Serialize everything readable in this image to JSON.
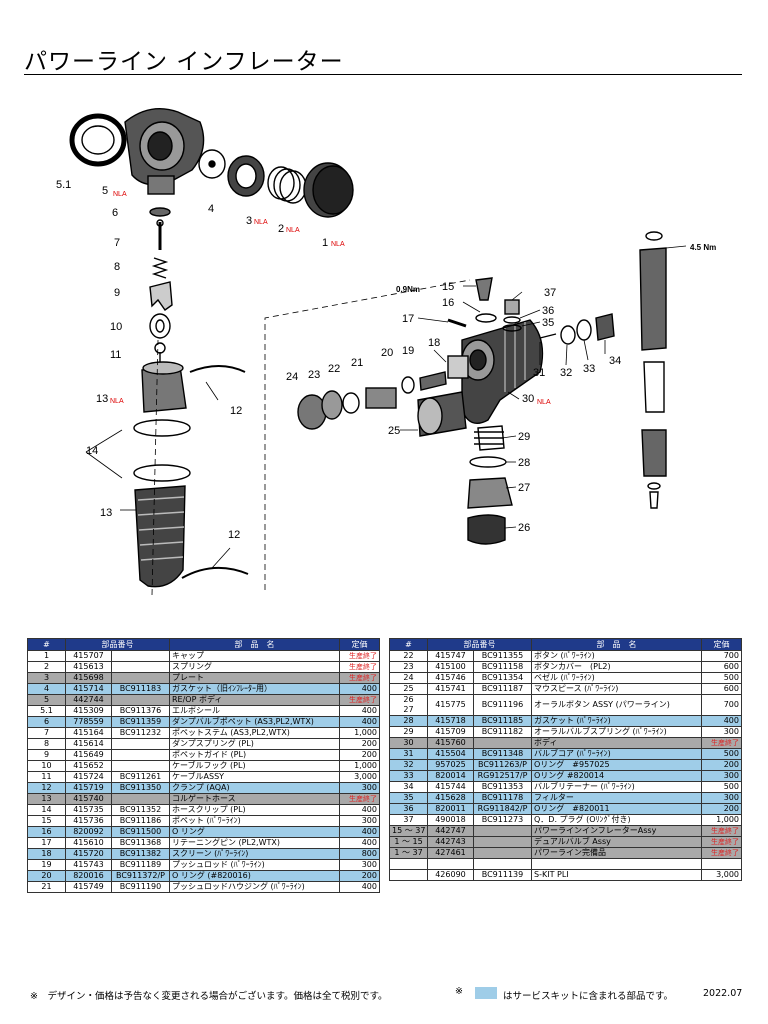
{
  "title": "パワーライン インフレーター",
  "diagram": {
    "labels": {
      "p5_1": "5.1",
      "p5": "5",
      "p6": "6",
      "p7": "7",
      "p8": "8",
      "p9": "9",
      "p10": "10",
      "p11": "11",
      "p13a": "13",
      "p14": "14",
      "p13b": "13",
      "p12a": "12",
      "p12b": "12",
      "p4": "4",
      "p3": "3",
      "p2": "2",
      "p1": "1",
      "p15": "15",
      "p16": "16",
      "p17": "17",
      "p18": "18",
      "p19": "19",
      "p20": "20",
      "p21": "21",
      "p22": "22",
      "p23": "23",
      "p24": "24",
      "p25": "25",
      "p26": "26",
      "p27": "27",
      "p28": "28",
      "p29": "29",
      "p30": "30",
      "p31": "31",
      "p32": "32",
      "p33": "33",
      "p34": "34",
      "p35": "35",
      "p36": "36",
      "p37": "37"
    },
    "nla": "NLA",
    "torque_a": "0.9Nm",
    "torque_b": "4.5 Nm"
  },
  "table_headers": {
    "num": "#",
    "part": "部品番号",
    "name": "部　品　名",
    "price": "定価"
  },
  "left_rows": [
    {
      "num": "1",
      "part": "415707",
      "code": "",
      "name": "キャップ",
      "price": "生産終了",
      "style": "",
      "disc": true
    },
    {
      "num": "2",
      "part": "415613",
      "code": "",
      "name": "スプリング",
      "price": "生産終了",
      "style": "",
      "disc": true
    },
    {
      "num": "3",
      "part": "415698",
      "code": "",
      "name": "プレート",
      "price": "生産終了",
      "style": "gray",
      "disc": true
    },
    {
      "num": "4",
      "part": "415714",
      "code": "BC911183",
      "name": "ガスケット（旧ｲﾝﾌﾚｰﾀｰ用）",
      "price": "400",
      "style": "blue",
      "disc": false
    },
    {
      "num": "5",
      "part": "442744",
      "code": "",
      "name": "RE/OP ボディ",
      "price": "生産終了",
      "style": "gray",
      "disc": true
    },
    {
      "num": "5.1",
      "part": "415309",
      "code": "BC911376",
      "name": "エルボシール",
      "price": "400",
      "style": "",
      "disc": false
    },
    {
      "num": "6",
      "part": "778559",
      "code": "BC911359",
      "name": "ダンプバルブポペット (AS3,PL2,WTX)",
      "price": "400",
      "style": "blue",
      "disc": false
    },
    {
      "num": "7",
      "part": "415164",
      "code": "BC911232",
      "name": "ポペットステム (AS3,PL2,WTX)",
      "price": "1,000",
      "style": "",
      "disc": false
    },
    {
      "num": "8",
      "part": "415614",
      "code": "",
      "name": "ダンプスプリング (PL)",
      "price": "200",
      "style": "",
      "disc": false
    },
    {
      "num": "9",
      "part": "415649",
      "code": "",
      "name": "ポペットガイド (PL)",
      "price": "200",
      "style": "",
      "disc": false
    },
    {
      "num": "10",
      "part": "415652",
      "code": "",
      "name": "ケーブルフック (PL)",
      "price": "1,000",
      "style": "",
      "disc": false
    },
    {
      "num": "11",
      "part": "415724",
      "code": "BC911261",
      "name": "ケーブルASSY",
      "price": "3,000",
      "style": "",
      "disc": false
    },
    {
      "num": "12",
      "part": "415719",
      "code": "BC911350",
      "name": "クランプ (AQA)",
      "price": "300",
      "style": "blue",
      "disc": false
    },
    {
      "num": "13",
      "part": "415740",
      "code": "",
      "name": "コルゲートホース",
      "price": "生産終了",
      "style": "gray",
      "disc": true
    },
    {
      "num": "14",
      "part": "415735",
      "code": "BC911352",
      "name": "ホースクリップ (PL)",
      "price": "400",
      "style": "",
      "disc": false
    },
    {
      "num": "15",
      "part": "415736",
      "code": "BC911186",
      "name": "ポペット (ﾊﾟﾜｰﾗｲﾝ)",
      "price": "300",
      "style": "",
      "disc": false
    },
    {
      "num": "16",
      "part": "820092",
      "code": "BC911500",
      "name": "O リング",
      "price": "400",
      "style": "blue",
      "disc": false
    },
    {
      "num": "17",
      "part": "415610",
      "code": "BC911368",
      "name": "リテーニングピン (PL2,WTX)",
      "price": "400",
      "style": "",
      "disc": false
    },
    {
      "num": "18",
      "part": "415720",
      "code": "BC911382",
      "name": "スクリーン (ﾊﾟﾜｰﾗｲﾝ)",
      "price": "800",
      "style": "blue",
      "disc": false
    },
    {
      "num": "19",
      "part": "415743",
      "code": "BC911189",
      "name": "プッシュロッド (ﾊﾟﾜｰﾗｲﾝ)",
      "price": "300",
      "style": "",
      "disc": false
    },
    {
      "num": "20",
      "part": "820016",
      "code": "BC911372/P",
      "name": "O リング (#820016)",
      "price": "200",
      "style": "blue",
      "disc": false
    },
    {
      "num": "21",
      "part": "415749",
      "code": "BC911190",
      "name": "プッシュロッドハウジング (ﾊﾟﾜｰﾗｲﾝ)",
      "price": "400",
      "style": "",
      "disc": false
    }
  ],
  "right_rows": [
    {
      "num": "22",
      "part": "415747",
      "code": "BC911355",
      "name": "ボタン (ﾊﾟﾜｰﾗｲﾝ)",
      "price": "700",
      "style": "",
      "disc": false
    },
    {
      "num": "23",
      "part": "415100",
      "code": "BC911158",
      "name": "ボタンカバー　(PL2)",
      "price": "600",
      "style": "",
      "disc": false
    },
    {
      "num": "24",
      "part": "415746",
      "code": "BC911354",
      "name": "ベゼル (ﾊﾟﾜｰﾗｲﾝ)",
      "price": "500",
      "style": "",
      "disc": false
    },
    {
      "num": "25",
      "part": "415741",
      "code": "BC911187",
      "name": "マウスピース (ﾊﾟﾜｰﾗｲﾝ)",
      "price": "600",
      "style": "",
      "disc": false
    },
    {
      "num": "26\n27",
      "part": "415775",
      "code": "BC911196",
      "name": "オーラルボタン ASSY (パワーライン)",
      "price": "700",
      "style": "tall",
      "disc": false
    },
    {
      "num": "28",
      "part": "415718",
      "code": "BC911185",
      "name": "ガスケット (ﾊﾟﾜｰﾗｲﾝ)",
      "price": "400",
      "style": "blue",
      "disc": false
    },
    {
      "num": "29",
      "part": "415709",
      "code": "BC911182",
      "name": "オーラルバルブスプリング (ﾊﾟﾜｰﾗｲﾝ)",
      "price": "300",
      "style": "",
      "disc": false
    },
    {
      "num": "30",
      "part": "415760",
      "code": "",
      "name": "ボディ",
      "price": "生産終了",
      "style": "gray",
      "disc": true
    },
    {
      "num": "31",
      "part": "415504",
      "code": "BC911348",
      "name": "バルブコア (ﾊﾟﾜｰﾗｲﾝ)",
      "price": "500",
      "style": "blue",
      "disc": false
    },
    {
      "num": "32",
      "part": "957025",
      "code": "BC911263/P",
      "name": "Oリング　#957025",
      "price": "200",
      "style": "blue",
      "disc": false
    },
    {
      "num": "33",
      "part": "820014",
      "code": "RG912517/P",
      "name": "Oリング #820014",
      "price": "300",
      "style": "blue",
      "disc": false
    },
    {
      "num": "34",
      "part": "415744",
      "code": "BC911353",
      "name": "バルブリテーナー (ﾊﾟﾜｰﾗｲﾝ)",
      "price": "500",
      "style": "",
      "disc": false
    },
    {
      "num": "35",
      "part": "415628",
      "code": "BC911178",
      "name": "フィルター",
      "price": "300",
      "style": "blue",
      "disc": false
    },
    {
      "num": "36",
      "part": "820011",
      "code": "RG911842/P",
      "name": "Oリング　#820011",
      "price": "200",
      "style": "blue",
      "disc": false
    },
    {
      "num": "37",
      "part": "490018",
      "code": "BC911273",
      "name": "Q．D. プラグ (Oﾘﾝｸﾞ付き)",
      "price": "1,000",
      "style": "",
      "disc": false
    },
    {
      "num": "15 ～ 37",
      "part": "442747",
      "code": "",
      "name": "パワーラインインフレーターAssy",
      "price": "生産終了",
      "style": "gray",
      "disc": true
    },
    {
      "num": "1 ～ 15",
      "part": "442743",
      "code": "",
      "name": "デュアルバルブ Assy",
      "price": "生産終了",
      "style": "gray",
      "disc": true
    },
    {
      "num": "1 ～ 37",
      "part": "427461",
      "code": "",
      "name": "パワーライン完備品",
      "price": "生産終了",
      "style": "gray",
      "disc": true
    },
    {
      "num": "",
      "part": "",
      "code": "",
      "name": "",
      "price": "",
      "style": "",
      "disc": false
    },
    {
      "num": "",
      "part": "426090",
      "code": "BC911139",
      "name": "S-KIT PLI",
      "price": "3,000",
      "style": "",
      "disc": false
    }
  ],
  "footer": {
    "note": "※　デザイン・価格は予告なく変更される場合がございます。価格は全て税別です。",
    "legend_mark": "※",
    "legend_text": "はサービスキットに含まれる部品です。",
    "date": "2022.07"
  },
  "colors": {
    "header_bg": "#1f3a8a",
    "kit_highlight": "#9fcde8",
    "discontinued_row": "#a9a9a9",
    "discontinued_text": "#d22222"
  }
}
